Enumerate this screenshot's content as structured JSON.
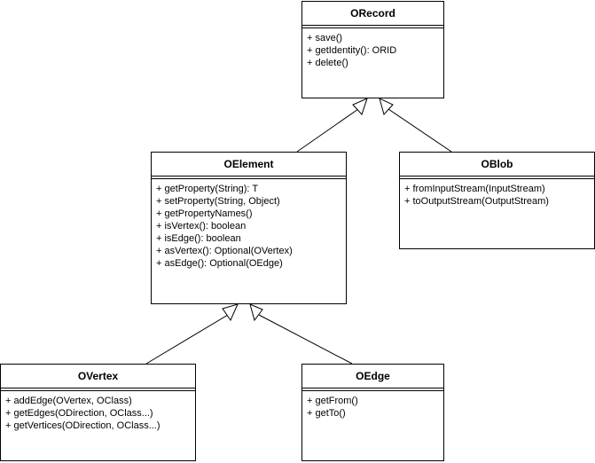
{
  "classes": {
    "orecord": {
      "name": "ORecord",
      "methods": [
        "+ save()",
        "+ getIdentity(): ORID",
        "+ delete()"
      ]
    },
    "oelement": {
      "name": "OElement",
      "methods": [
        "+ getProperty(String): T",
        "+ setProperty(String, Object)",
        "+ getPropertyNames()",
        "+ isVertex(): boolean",
        "+ isEdge(): boolean",
        "+ asVertex(): Optional(OVertex)",
        "+ asEdge(): Optional(OEdge)"
      ]
    },
    "oblob": {
      "name": "OBlob",
      "methods": [
        "+ fromInputStream(InputStream)",
        "+ toOutputStream(OutputStream)"
      ]
    },
    "overtex": {
      "name": "OVertex",
      "methods": [
        "+ addEdge(OVertex, OClass)",
        "+ getEdges(ODirection, OClass...)",
        "+ getVertices(ODirection, OClass...)"
      ]
    },
    "oedge": {
      "name": "OEdge",
      "methods": [
        "+ getFrom()",
        "+ getTo()"
      ]
    }
  },
  "generalizations": [
    {
      "child": "OElement",
      "parent": "ORecord"
    },
    {
      "child": "OBlob",
      "parent": "ORecord"
    },
    {
      "child": "OVertex",
      "parent": "OElement"
    },
    {
      "child": "OEdge",
      "parent": "OElement"
    }
  ],
  "colors": {
    "line": "#000000",
    "fill": "#ffffff"
  }
}
